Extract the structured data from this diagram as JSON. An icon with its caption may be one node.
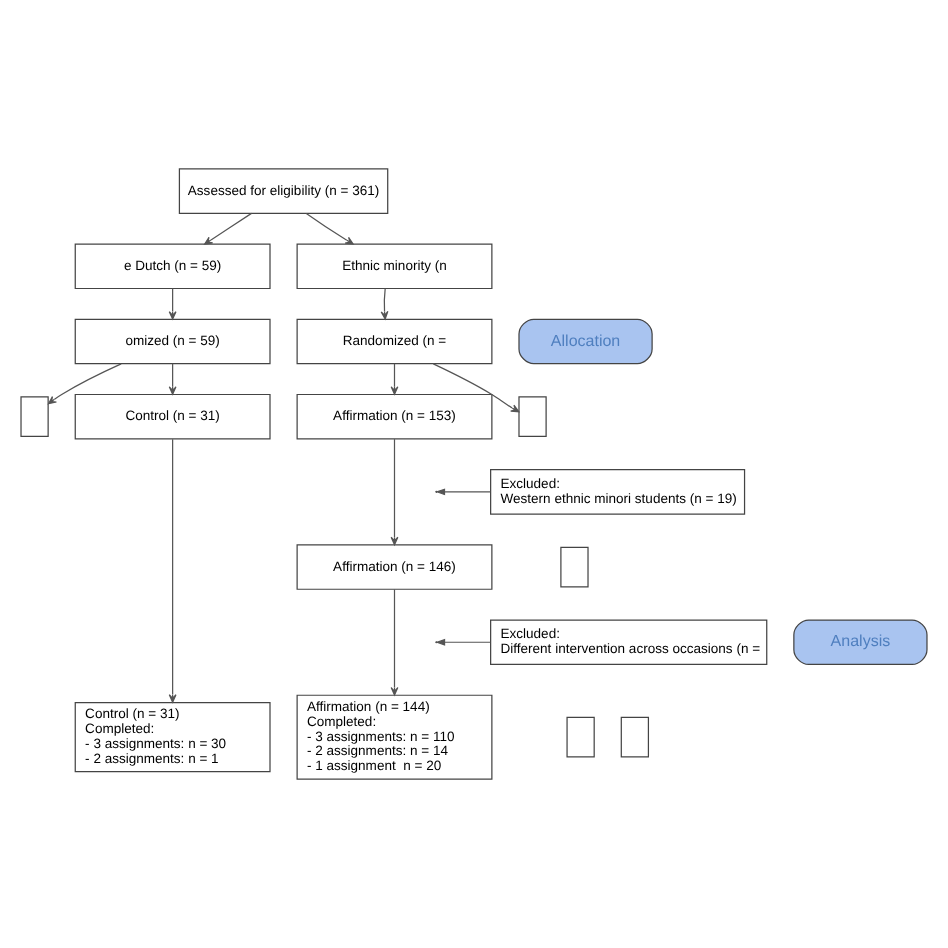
{
  "diagram": {
    "nodes": [
      {
        "text": [
          "Assessed for eligibility (n = 361)"
        ]
      },
      {
        "text": [
          "e Dutch (n = 59)"
        ]
      },
      {
        "text": [
          "Ethnic minority (n"
        ]
      },
      {
        "text": [
          "omized (n = 59)"
        ]
      },
      {
        "text": [
          "Randomized (n ="
        ]
      },
      {
        "text": [
          "Allocation"
        ]
      },
      {
        "text": [],
        "shape": "box"
      },
      {
        "text": [
          "Control (n = 31)"
        ]
      },
      {
        "text": [
          "Affirmation (n = 153)"
        ]
      },
      {
        "text": [],
        "shape": "box"
      },
      {
        "text": [
          "Excluded:",
          "Western ethnic minori students (n = 19)"
        ]
      },
      {
        "text": [
          "Affirmation (n = 146)"
        ]
      },
      {
        "text": [],
        "shape": "box"
      },
      {
        "text": [
          "Excluded:",
          "Different intervention across occasions (n ="
        ]
      },
      {
        "text": [
          "Analysis"
        ]
      },
      {
        "text": [],
        "shape": "box"
      },
      {
        "text": [
          "Control (n = 31)",
          "Completed:",
          "- 3 assignments: n = 30",
          "- 2 assignments: n = 1"
        ]
      },
      {
        "text": [
          "Affirmation (n = 144)",
          "Completed:",
          "- 3 assignments: n = 110",
          "- 2 assignments: n = 14",
          "- 1 assignment  n = 20"
        ]
      },
      {
        "text": [],
        "shape": "box"
      }
    ],
    "edges": [
      {
        "from": 0,
        "to": 1,
        "arrow": "to"
      },
      {
        "from": 0,
        "to": 2,
        "arrow": "to"
      },
      {
        "from": 1,
        "to": 3,
        "arrow": "to"
      },
      {
        "from": 2,
        "to": 4,
        "arrow": "to"
      },
      {
        "from": 3,
        "to": 6,
        "arrow": "to"
      },
      {
        "from": 3,
        "to": 7,
        "arrow": "to"
      },
      {
        "from": 4,
        "to": 8,
        "arrow": "to"
      },
      {
        "from": 4,
        "to": 9,
        "arrow": "to"
      },
      {
        "from": 8,
        "to": 11,
        "arrow": "to"
      },
      {
        "from": 10,
        "to": null,
        "arrow": "to"
      },
      {
        "from": 11,
        "to": 17,
        "arrow": "to"
      },
      {
        "from": 13,
        "to": null,
        "arrow": "to"
      },
      {
        "from": 7,
        "to": 16,
        "arrow": "to"
      }
    ]
  }
}
